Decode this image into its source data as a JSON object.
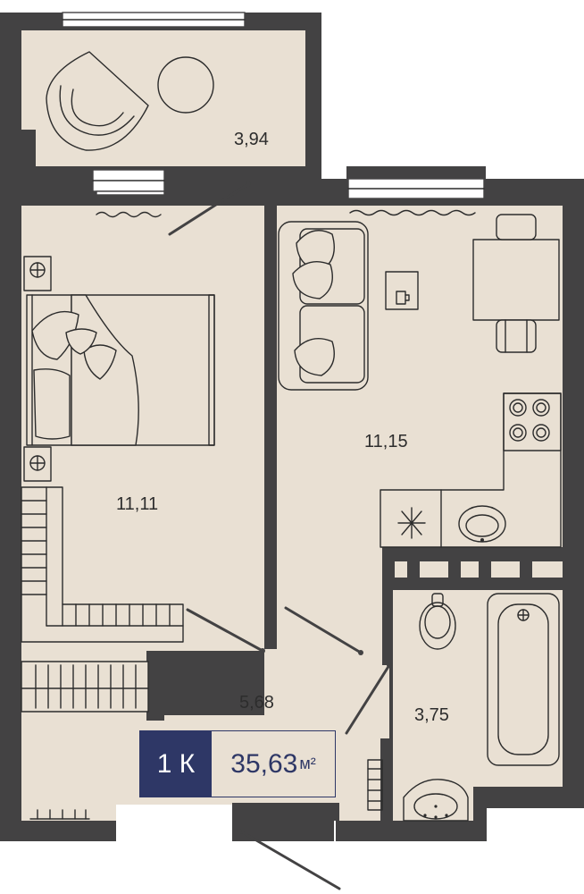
{
  "rooms": {
    "balcony_area": "3,94",
    "bedroom_area": "11,11",
    "living_kitchen_area": "11,15",
    "hallway_area": "5,68",
    "bathroom_area": "3,75"
  },
  "summary": {
    "rooms_label": "1 К",
    "total_area": "35,63",
    "unit": "м²"
  },
  "colors": {
    "wall": "#434243",
    "floor": "#e9e0d3",
    "badge": "#2e3766"
  }
}
